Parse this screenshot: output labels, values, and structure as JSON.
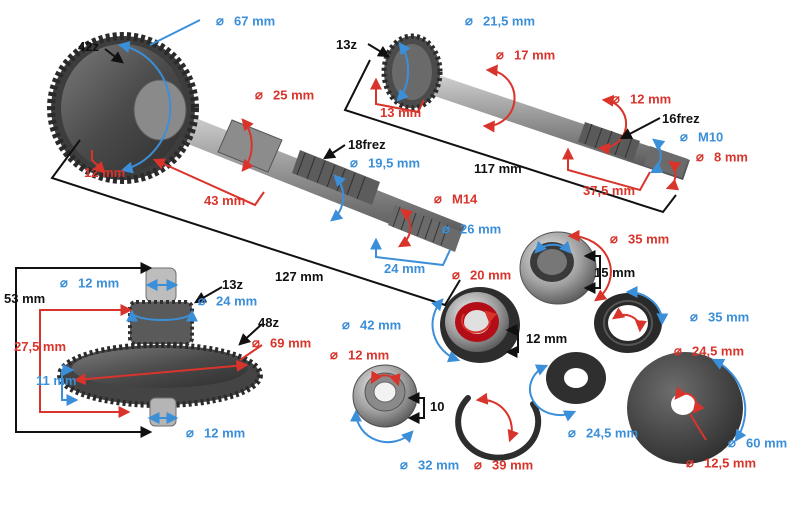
{
  "colors": {
    "blue": "#3b8fd9",
    "red": "#d9342b",
    "black": "#111111",
    "metal_dark": "#3f3f3f",
    "metal_mid": "#8a8a8a",
    "metal_light": "#c9c9c9"
  },
  "diameter_symbol": "⌀",
  "labels": {
    "big_gear_teeth": "42z",
    "big_gear_dia": "67 mm",
    "shaft1_dia25": "25 mm",
    "shaft1_12": "12 mm",
    "shaft1_43": "43 mm",
    "shaft1_spline": "18frez",
    "shaft1_19_5": "19,5 mm",
    "shaft1_thread": "M14",
    "shaft1_24": "24 mm",
    "shaft1_len": "127 mm",
    "pinion_teeth": "13z",
    "pinion_dia": "21,5 mm",
    "pinion_13": "13 mm",
    "shaft2_17": "17 mm",
    "shaft2_12": "12 mm",
    "shaft2_spline": "16frez",
    "shaft2_thread": "M10",
    "shaft2_8": "8 mm",
    "shaft2_37_5": "37,5 mm",
    "shaft2_len": "117 mm",
    "cluster_53": "53 mm",
    "cluster_top12": "12 mm",
    "cluster_13z": "13z",
    "cluster_24": "24 mm",
    "cluster_48z": "48z",
    "cluster_27_5": "27,5 mm",
    "cluster_69": "69 mm",
    "cluster_11": "11 mm",
    "cluster_bottom12": "12 mm",
    "needle_26": "26 mm",
    "needle_35": "35 mm",
    "needle_15": "15 mm",
    "bearing_20": "20 mm",
    "bearing_42": "42 mm",
    "bearing_12w": "12 mm",
    "seal_35": "35 mm",
    "seal_24_5": "24,5 mm",
    "smallbearing_12": "12 mm",
    "smallbearing_10": "10",
    "smallbearing_32": "32 mm",
    "washer_24_5": "24,5 mm",
    "circlip_39": "39 mm",
    "disc_60": "60 mm",
    "disc_12_5": "12,5 mm"
  }
}
